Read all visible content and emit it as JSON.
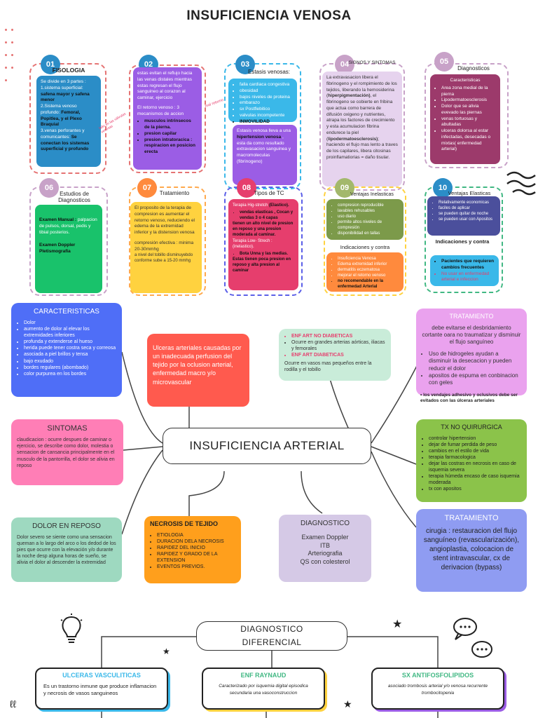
{
  "title": "INSUFICIENCIA VENOSA",
  "colors": {
    "accent": "#2b8dc7",
    "pink": "#e63e6d",
    "purple": "#9b5de5",
    "cyan": "#3ab8e9",
    "green": "#41b883",
    "orange": "#ff8a3d"
  },
  "top": {
    "s01": {
      "num": "01",
      "label": "FISOLOGIA",
      "intro": "Se divide en 3 partes :",
      "items": [
        "1.sistema superficial: ",
        "safena mayor y safena menor",
        "2.Sistema venoso profundo: ",
        "Femoral, Popitlea, y el Plexo Braquial",
        "3.venas perforantes y comunicantes: ",
        "Se conectan los sistemas superficial y profundo"
      ],
      "side_note": "fallo en las válvulas venosas"
    },
    "s02": {
      "num": "02",
      "text1": "estas evitan el reflujo hacia las venas distales mientras estas regresan el flujo sanguineo al corazon  al caminar, ejercicio",
      "text2": "El retorno venoso : 3 mecanismos de accion",
      "items": [
        "musculos intrinsecos de la pierna.",
        "presion capilar",
        "presion intratoracica : respiracion en posicion erecta"
      ],
      "side_note": "mal retorno"
    },
    "s03": {
      "num": "03",
      "label": "Estasis venosas:",
      "items": [
        "falla cardiaca congestiva",
        "obesidad",
        "bajos niveles de proteina",
        "embarazo",
        "sx Postflebitico",
        "valvulas incompetente",
        "INMOVILIDAD"
      ],
      "text2a": "Estasis venosa lleva a una ",
      "text2b": "hipertension venosa",
      "text2c": " , esta da como resultado extravasacion sanguinea y macromoleculas (fibrinogeno)"
    },
    "s04": {
      "num": "04",
      "label": "SIGNOS Y SINTOMAS",
      "t1": "La extravasacion libera el fibrinogeno y el rompimiento de los tejidos,  liberando la hemosiderina  (",
      "t2": "hiperpigmentación)",
      "t3": ", el fibrinogeno se cobierte en fribina que actua como barrera de difusión oxigeno y nutrientes, atrapa los factores de crecimiento y esta acumulacion fibrina endurece la piel (",
      "t4": "lipodermatoesclerosis)",
      "t5": "; haciendo el flujo mas lento a traves de los capilares, libera citosinas proinflamatiorias = daño tisular."
    },
    "s05": {
      "num": "05",
      "label": "Diagnosticos",
      "heading": "Caracteristicas",
      "items": [
        "Area  zona medial de la pierna",
        "Lipodermatoesclerosis",
        "Dolor que se alivia evevado las piernas",
        "venas tortuosas  y abultadas",
        "ulceras dolorsa al estar infectadas, desecadas o mixtas( enfermedad arterial)"
      ]
    },
    "s06": {
      "num": "06",
      "label": "Estudios de Diagnosticos",
      "t1": "Examen Manual :",
      "t2": " palpacion de pulsos, dorsal, pedis y tibial posterios.",
      "t3": "Examen Doppler Pletismografia"
    },
    "s07": {
      "num": "07",
      "label": "Tratamiento",
      "t1": "El proposito de la terapia de compresion es aumentar el retorno venoso, reduciendo el edema de la extremidad inferior y la distension venosa",
      "t2": "compresión efectiva : minima 20-30mmhg",
      "t3": "a nivel del tobillo disminuyebdo conforme sube a 15-20 mmhg"
    },
    "s08": {
      "num": "08",
      "label": "Tipos de TC",
      "t1": "Terapia Hig-stretch ",
      "t2": "(Elastico).",
      "items": [
        "vendas elasticas , Cocan y vendas  3 o 4 capas"
      ],
      "t3": "tienen un alto nivel de presion en reposo y una presion moderada al caminar.",
      "t4": "Terapia Low- Strech : (inelastico).",
      "items2": [
        "Bota Unna y las medias."
      ],
      "t5": "Estas tienen poca presion en reposo y alta presion al caminar"
    },
    "s09": {
      "num": "09",
      "label": "Ventajas Inelasticas",
      "items": [
        "compresion reproducible",
        "lavables rehusables",
        "uso diario",
        "permite altos niveles de compresión",
        "disponibilidad en tallas"
      ],
      "label2": "Indicaciones y contra",
      "items2": [
        "Insuficiencia Venosa",
        "Edema extremidad inferior",
        "dermatitis eczematosa",
        "mejorar el retorno venoso",
        "no recomendable en la enfermedad Arterial"
      ]
    },
    "s10": {
      "num": "10",
      "label": "Ventajas Elasticas",
      "items": [
        "Relativamente economicas",
        "faciles de aplicar",
        "se pueden quitar de noche",
        "se pueden usar con Apositos"
      ],
      "label2": "Indicaciones  y contra",
      "items2": [
        "Pacientes que requieren cambios frecuentes",
        "No usar en enfermedad arterial e infeccion"
      ]
    }
  },
  "mid": {
    "center": "INSUFICIENCIA ARTERIAL",
    "caract": {
      "title": "CARACTERISTICAS",
      "items": [
        "Dolor",
        "aumento de dolor al elevar los extremidades inferiores",
        "profunda y extenderse al hueso",
        "herida puede tener costra seca y correosa",
        "asociada a piel brillos y tensa",
        "bajo exudado",
        "bordes regulares (abombado)",
        "color purpurea  en los bordes"
      ]
    },
    "ulceras": "Ulceras arteriales causadas por un inadecuada perfusion del tejido por la oclusion arterial, enfermedad macro y/o microvascular",
    "enf": {
      "a": "ENF ART NO DIABETICAS",
      "a_desc": "Ocurre en grandes arterias aórticas, iliacas y femorales",
      "b": "ENF ART  DIABETICAS",
      "b_desc": "Ocurre en  vasos mas pequeños entre la rodilla y el tobillo"
    },
    "trat1": {
      "title": "TRATAMIENTO",
      "t1": "debe evitarse el desbridamiento cortante oara no traumatizar y disminuir el flujo sanguíneo",
      "items": [
        "Uso de hidrogeles ayudan a disminuir la desecacion y pueden reducir el dolor",
        "apositos de espuma en conbinacion con geles"
      ]
    },
    "vendajes": "los vendajes adhesivo y oclusivos debe ser evitados con las úlceras arteriales",
    "sintomas": {
      "title": "SINTOMAS",
      "text": "claudicacion :  ocurre despues de caminar o ejercicio, se describe como dolor, molestia o sensacion de cansancia principalmente en el musculo de la pantorrilla, el dolor se alivia en reposo"
    },
    "noqx": {
      "title": "TX NO QUIRURGICA",
      "items": [
        "controlar hipertension",
        "dejar de fumar perdida de peso",
        "cambios en el estilo de vida",
        "terapia farmacologica",
        "dejar las costras en necrosis en caso de isquemia severa",
        "terapia húmeda encaso de caso isquemia moderada",
        "tx con apositos"
      ]
    },
    "dolor": {
      "title": "DOLOR EN REPOSO",
      "text": "Dolor severo se siente como una sensacion queman a lo largo del arco o los dedod de los pies que ocurre con la elevación y/o durante la noche desp alguna horas de sueño, se alivia el dolor al descender la extremidad"
    },
    "necrosis": {
      "title": "NECROSIS DE TEJIDO",
      "items": [
        "ETIOLOGIA",
        "DURACION DELA NECROSIS",
        "RAPIDEZ DEL INICIO",
        "RAPIDEZ Y GRADO DE LA EXTENSION",
        "EVENTOS PREVIOS."
      ]
    },
    "diag": {
      "title": "DIAGNOSTICO",
      "items": [
        "Examen Doppler",
        "ITB",
        "Arteriografia",
        "QS con colesterol"
      ]
    },
    "trat2": {
      "title": "TRATAMIENTO",
      "text": "cirugia : restauracion del flujo sanguíneo (revascularización), angioplastia, colocacion de stent intravascular, cx de derivacion (bypass)"
    }
  },
  "bottom": {
    "center": "DIAGNOSTICO DIFERENCIAL",
    "b1": {
      "title": "ULCERAS VASCULITICAS",
      "text": "Es un trastorno inmune que produce inflamacion y necrosis de vasos sanguineos"
    },
    "b2": {
      "title": "ENF RAYNAUD",
      "text": "Caracterizado por isquemia digital episodica secundaria una vasoconstruccion"
    },
    "b3": {
      "title": "SX ANTIFOSFOLIPIDOS",
      "text": "asociado  trombosis arterial y/o venosa recurrente trombocitopenia"
    }
  }
}
